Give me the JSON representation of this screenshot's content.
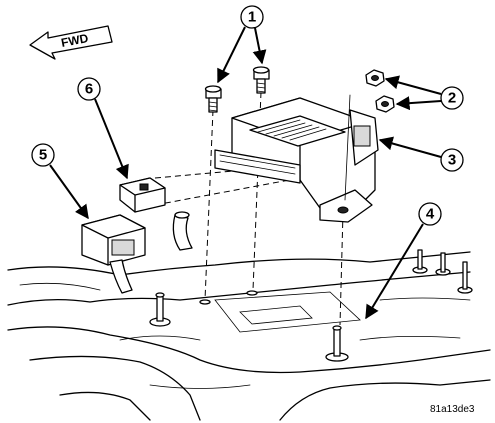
{
  "direction_label": "FWD",
  "figure_code": "81a13de3",
  "callouts": [
    {
      "number": "1"
    },
    {
      "number": "2"
    },
    {
      "number": "3"
    },
    {
      "number": "4"
    },
    {
      "number": "5"
    },
    {
      "number": "6"
    }
  ]
}
